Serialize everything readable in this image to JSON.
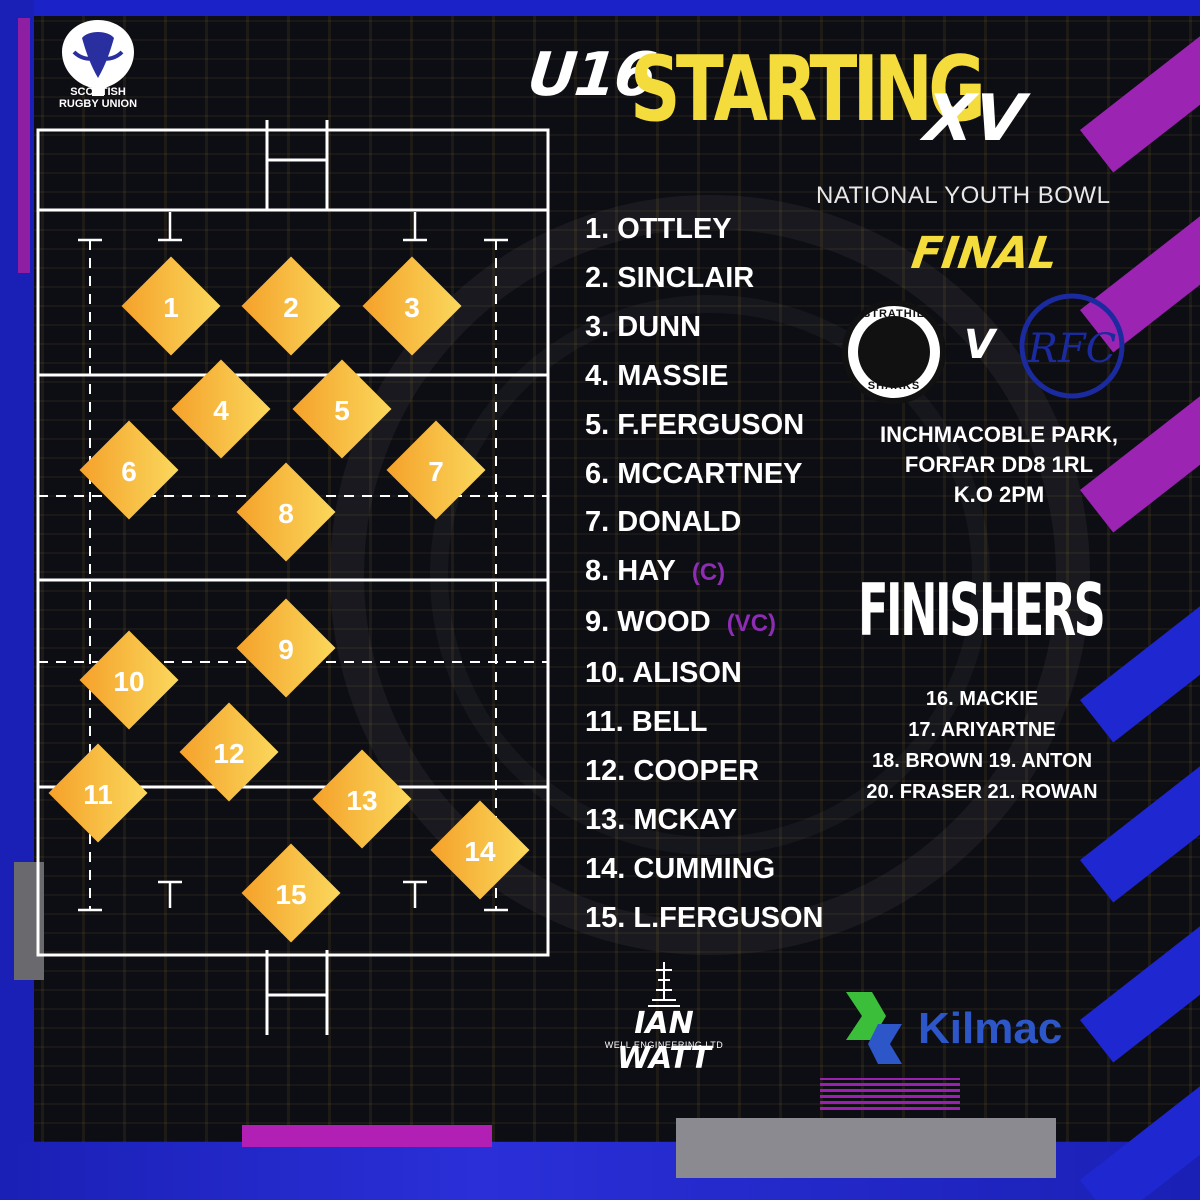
{
  "org": {
    "name": "SCOTTISH\nRUGBY UNION",
    "line1": "SCOTTISH",
    "line2": "RUGBY UNION"
  },
  "title": {
    "age": "U16",
    "main": "STARTING",
    "suffix": "XV"
  },
  "competition": "NATIONAL YOUTH BOWL",
  "stage": "FINAL",
  "teams": {
    "home_badge_top": "STRATHIE",
    "home_badge_bottom": "SHARKS",
    "versus": "V",
    "away_badge": "RFC"
  },
  "venue": {
    "line1": "INCHMACOBLE PARK,",
    "line2": "FORFAR DD8 1RL",
    "line3": "K.O 2PM"
  },
  "lineup": [
    {
      "number": "1.",
      "name": "OTTLEY",
      "role": ""
    },
    {
      "number": "2.",
      "name": "SINCLAIR",
      "role": ""
    },
    {
      "number": "3.",
      "name": "DUNN",
      "role": ""
    },
    {
      "number": "4.",
      "name": "MASSIE",
      "role": ""
    },
    {
      "number": "5.",
      "name": "F.FERGUSON",
      "role": ""
    },
    {
      "number": "6.",
      "name": "MCCARTNEY",
      "role": ""
    },
    {
      "number": "7.",
      "name": "DONALD",
      "role": ""
    },
    {
      "number": "8.",
      "name": "HAY",
      "role": "(C)"
    },
    {
      "number": "9.",
      "name": "WOOD",
      "role": "(VC)"
    },
    {
      "number": "10.",
      "name": "ALISON",
      "role": ""
    },
    {
      "number": "11.",
      "name": "BELL",
      "role": ""
    },
    {
      "number": "12.",
      "name": "COOPER",
      "role": ""
    },
    {
      "number": "13.",
      "name": "MCKAY",
      "role": ""
    },
    {
      "number": "14.",
      "name": "CUMMING",
      "role": ""
    },
    {
      "number": "15.",
      "name": "L.FERGUSON",
      "role": ""
    }
  ],
  "finishers": {
    "title": "FINISHERS",
    "lines": [
      "16. MACKIE",
      "17. ARIYARTNE",
      "18. BROWN 19. ANTON",
      "20. FRASER 21. ROWAN"
    ]
  },
  "positions": [
    "1",
    "2",
    "3",
    "4",
    "5",
    "6",
    "7",
    "8",
    "9",
    "10",
    "11",
    "12",
    "13",
    "14",
    "15"
  ],
  "sponsors": {
    "ianwatt_name": "IAN WATT",
    "ianwatt_sub": "WELL ENGINEERING LTD",
    "kilmac_name": "Kilmac"
  },
  "colors": {
    "accent_yellow": "#f4dc3c",
    "accent_purple": "#8e1fa3",
    "brand_blue": "#1a20b5",
    "diamond_from": "#f6a62d",
    "diamond_to": "#f9d35a"
  }
}
